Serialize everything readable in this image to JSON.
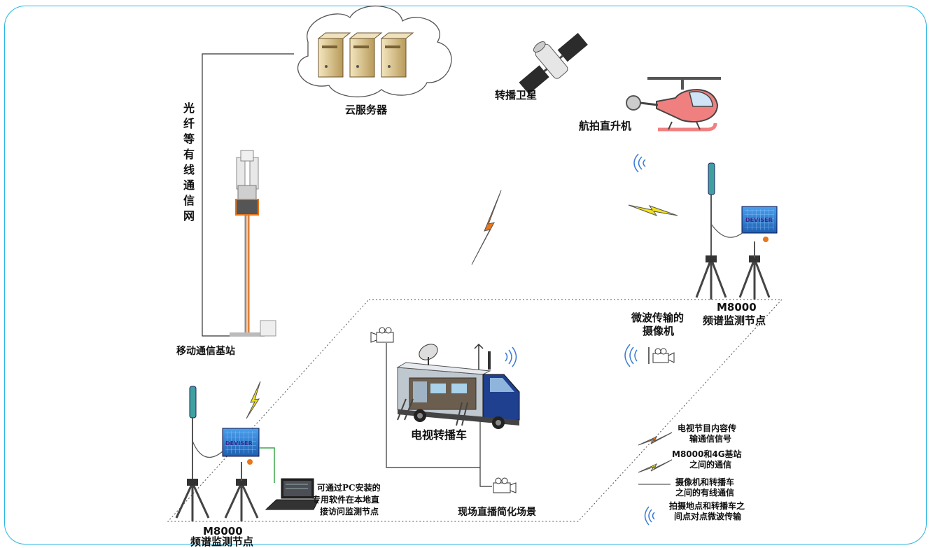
{
  "diagram": {
    "labels": {
      "cloud_server": "云服务器",
      "relay_satellite": "转播卫星",
      "helicopter": "航拍直升机",
      "fiber_network": "光纤等有线通信网",
      "base_station": "移动通信基站",
      "microwave_camera_line1": "微波传输的",
      "microwave_camera_line2": "摄像机",
      "node_right_model": "M8000",
      "node_right_title": "频谱监测节点",
      "node_left_model": "M8000",
      "node_left_title": "频谱监测节点",
      "tv_truck": "电视转播车",
      "pc_note_line1": "可通过PC安装的",
      "pc_note_line2": "专用软件在本地直",
      "pc_note_line3": "接访问监测节点",
      "scene": "现场直播简化场景",
      "box_brand": "DEVISER"
    },
    "legend": [
      {
        "icon": "orange-lightning-icon",
        "line1": "电视节目内容传",
        "line2": "输通信信号"
      },
      {
        "icon": "yellow-lightning-icon",
        "line1": "M8000和4G基站",
        "line2": "之间的通信"
      },
      {
        "icon": "wire-line-icon",
        "line1": "摄像机和转播车",
        "line2": "之间的有线通信"
      },
      {
        "icon": "microwave-waves-icon",
        "line1": "拍摄地点和转播车之",
        "line2": "间点对点微波传输"
      }
    ],
    "colors": {
      "frame_border": "#29b6e0",
      "orange_signal": "#e8761a",
      "yellow_signal": "#f2e21c",
      "helicopter_body": "#f08080",
      "monitor_box": "#2f7fd6",
      "wave_blue": "#3a7bd5",
      "truck_cab": "#1f3f8f"
    }
  }
}
